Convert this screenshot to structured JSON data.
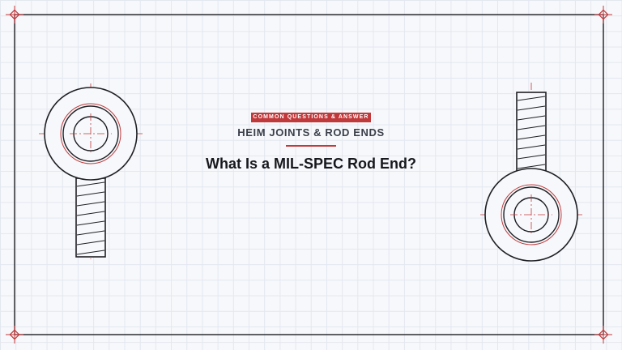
{
  "badge": {
    "label": "COMMON QUESTIONS & ANSWER"
  },
  "header": {
    "category": "HEIM JOINTS & ROD ENDS",
    "question": "What Is a MIL-SPEC Rod End?"
  },
  "colors": {
    "accent": "#c0393b",
    "line": "#1e1f24",
    "centerline": "#c0393b",
    "grid": "#e3e7ef",
    "background": "#f7f8fb"
  },
  "icons": {
    "corner_marker": "crosshair-diamond-icon",
    "rod_end": "rod-end-icon"
  }
}
